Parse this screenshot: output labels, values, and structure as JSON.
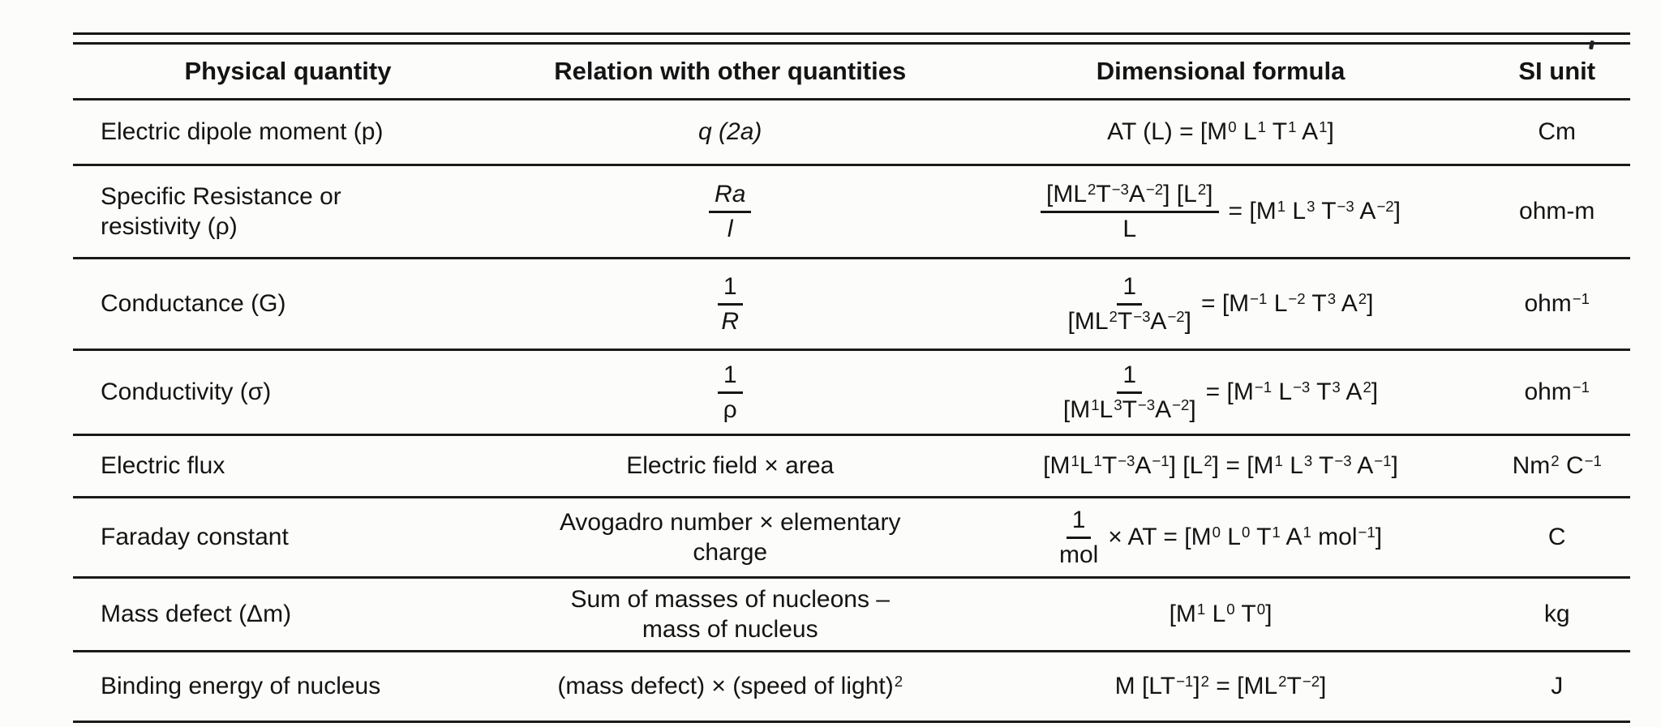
{
  "header": {
    "col1": "Physical quantity",
    "col2": "Relation with other quantities",
    "col3": "Dimensional formula",
    "col4": "SI unit"
  },
  "rows": [
    {
      "quantity": "Electric dipole moment (p)",
      "relation": "q (2a)",
      "formula": "AT (L) = [M^0^ L^1^ T^1^ A^1^]",
      "si_unit": "Cm"
    },
    {
      "quantity": [
        "Specific Resistance or",
        "resistivity (ρ)"
      ],
      "relation_frac": {
        "num": "Ra",
        "den": "l"
      },
      "formula_frac": {
        "num": "[ML^2^T^−3^A^−2^] [L^2^]",
        "den": "L"
      },
      "formula_rhs": "= [M^1^ L^3^ T^−3^ A^−2^]",
      "si_unit": "ohm-m"
    },
    {
      "quantity": "Conductance (G)",
      "relation_frac": {
        "num": "1",
        "den": "R"
      },
      "formula_frac": {
        "num": "1",
        "den": "[ML^2^T^−3^A^−2^]"
      },
      "formula_rhs": "= [M^−1^ L^−2^ T^3^ A^2^]",
      "si_unit": "ohm^−1^"
    },
    {
      "quantity": "Conductivity (σ)",
      "relation_frac": {
        "num": "1",
        "den": "ρ"
      },
      "formula_frac": {
        "num": "1",
        "den": "[M^1^L^3^T^−3^A^−2^]"
      },
      "formula_rhs": "= [M^−1^ L^−3^ T^3^ A^2^]",
      "si_unit": "ohm^−1^"
    },
    {
      "quantity": "Electric flux",
      "relation": "Electric field × area",
      "formula": "[M^1^L^1^T^−3^A^−1^] [L^2^] = [M^1^ L^3^ T^−3^ A^−1^]",
      "si_unit": "Nm^2^ C^−1^"
    },
    {
      "quantity": "Faraday constant",
      "relation": [
        "Avogadro number × elementary",
        "charge"
      ],
      "formula_frac": {
        "num": "1",
        "den": "mol"
      },
      "formula_rhs": "× AT = [M^0^ L^0^ T^1^ A^1^ mol^−1^]",
      "si_unit": "C"
    },
    {
      "quantity": "Mass defect (Δm)",
      "relation": [
        "Sum of masses of nucleons –",
        "mass of nucleus"
      ],
      "formula": "[M^1^ L^0^ T^0^]",
      "si_unit": "kg"
    },
    {
      "quantity": "Binding energy of nucleus",
      "relation": "(mass defect) × (speed of light)^2^",
      "formula": "M [LT^−1^]^2^ = [ML^2^T^−2^]",
      "si_unit": "J"
    }
  ]
}
